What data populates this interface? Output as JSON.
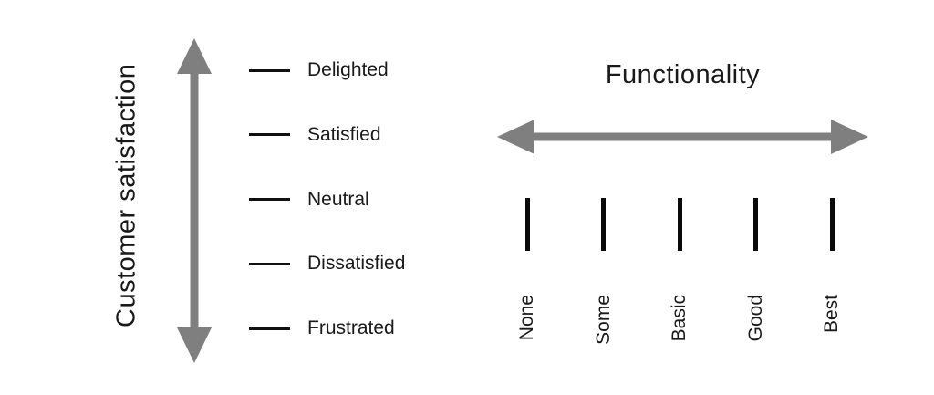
{
  "colors": {
    "arrow": "#7f7f7f",
    "tick": "#111111",
    "text": "#1a1a1a",
    "background": "#ffffff"
  },
  "left_axis": {
    "title": "Customer satisfaction",
    "levels": [
      "Delighted",
      "Satisfied",
      "Neutral",
      "Dissatisfied",
      "Frustrated"
    ]
  },
  "right_axis": {
    "title": "Functionality",
    "levels": [
      "None",
      "Some",
      "Basic",
      "Good",
      "Best"
    ]
  }
}
